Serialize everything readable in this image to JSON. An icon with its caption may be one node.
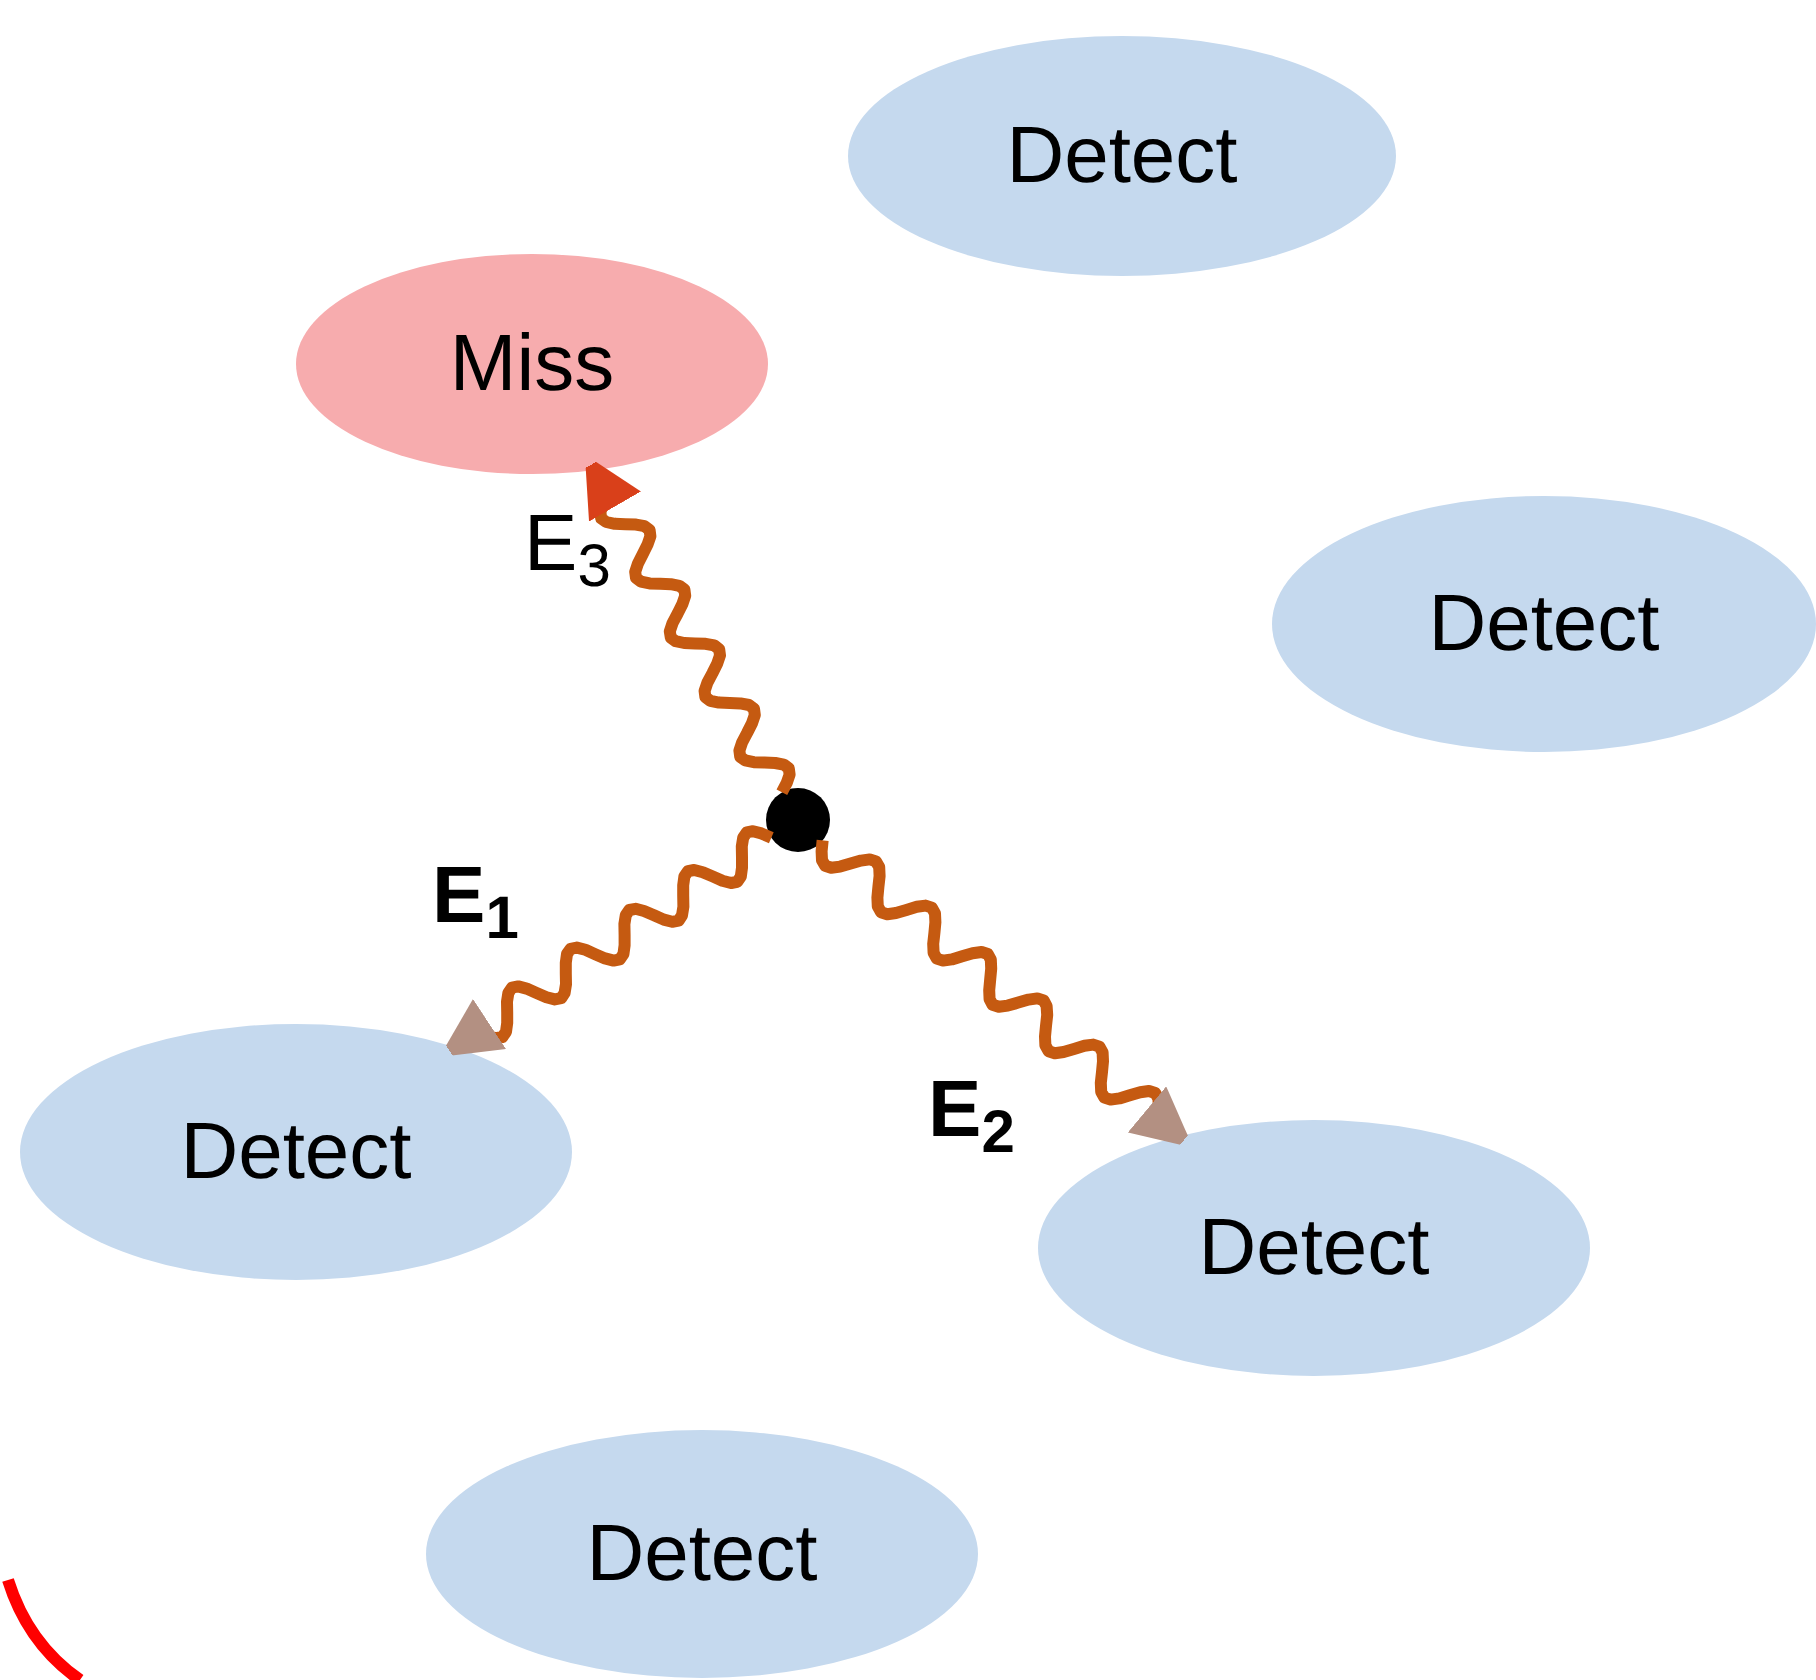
{
  "diagram": {
    "nodes": [
      {
        "text": [
          "Detect"
        ]
      },
      {
        "text": [
          "Miss"
        ]
      },
      {
        "text": [
          "Detect"
        ]
      },
      {
        "text": [],
        "shape": "circle"
      },
      {
        "text": [
          "Detect"
        ]
      },
      {
        "text": [
          "Detect"
        ]
      },
      {
        "text": [
          "Detect"
        ]
      }
    ],
    "edges": [
      {
        "from": 3,
        "to": 1,
        "arrow": "to",
        "label": "E$_{3}$",
        "color": "#d9401a"
      },
      {
        "from": 3,
        "to": 4,
        "arrow": "to",
        "label": "**E**$_{1}$"
      },
      {
        "from": 3,
        "to": 5,
        "arrow": "to",
        "label": "**E**$_{2}$"
      }
    ]
  }
}
